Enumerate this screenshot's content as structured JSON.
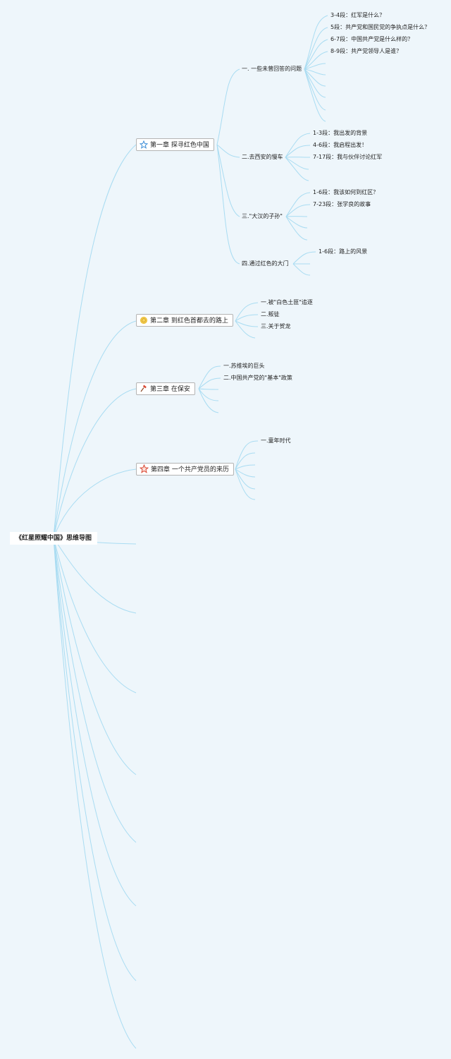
{
  "root": {
    "title": "《红星照耀中国》思维导图"
  },
  "chapters": [
    {
      "title": "第一章 探寻红色中国",
      "icon": "star-outline-icon",
      "sections": [
        {
          "title": "一. 一些未曾回答的问题",
          "items": [
            "3-4段：红军是什么？",
            "5段：共产党和国民党的争执点是什么？",
            "6-7段：中国共产党是什么样的？",
            "8-9段：共产党领导人是谁？"
          ]
        },
        {
          "title": "二.去西安的慢车",
          "items": [
            "1-3段：我出发的背景",
            "4-6段：我启程出发！",
            "7-17段：我与伙伴讨论红军"
          ]
        },
        {
          "title": "三.\"大汉的子孙\"",
          "items": [
            "1-6段：我该如何到红区？",
            "7-23段：张学良的故事"
          ]
        },
        {
          "title": "四.通过红色的大门",
          "items": [
            "1-6段：路上的风景"
          ]
        }
      ]
    },
    {
      "title": "第二章 到红色首都去的路上",
      "icon": "coin-icon",
      "sections": [
        {
          "title": "一.被\"白色土匪\"追逐"
        },
        {
          "title": "二.叛徒"
        },
        {
          "title": "三.关于贺龙"
        }
      ]
    },
    {
      "title": "第三章 在保安",
      "icon": "hammer-icon",
      "sections": [
        {
          "title": "一.苏维埃的巨头"
        },
        {
          "title": "二.中国共产党的\"基本\"政策"
        }
      ]
    },
    {
      "title": "第四章 一个共产党员的来历",
      "icon": "red-star-icon",
      "sections": [
        {
          "title": "一.童年时代"
        }
      ]
    }
  ],
  "colors": {
    "background": "#eef6fb",
    "connector": "#a9dcf2",
    "node_border": "#b4b4b4",
    "star_blue": "#3f8fd8",
    "coin_gold": "#e9b927",
    "hammer_red": "#d9442f",
    "star_red": "#d9442f"
  }
}
